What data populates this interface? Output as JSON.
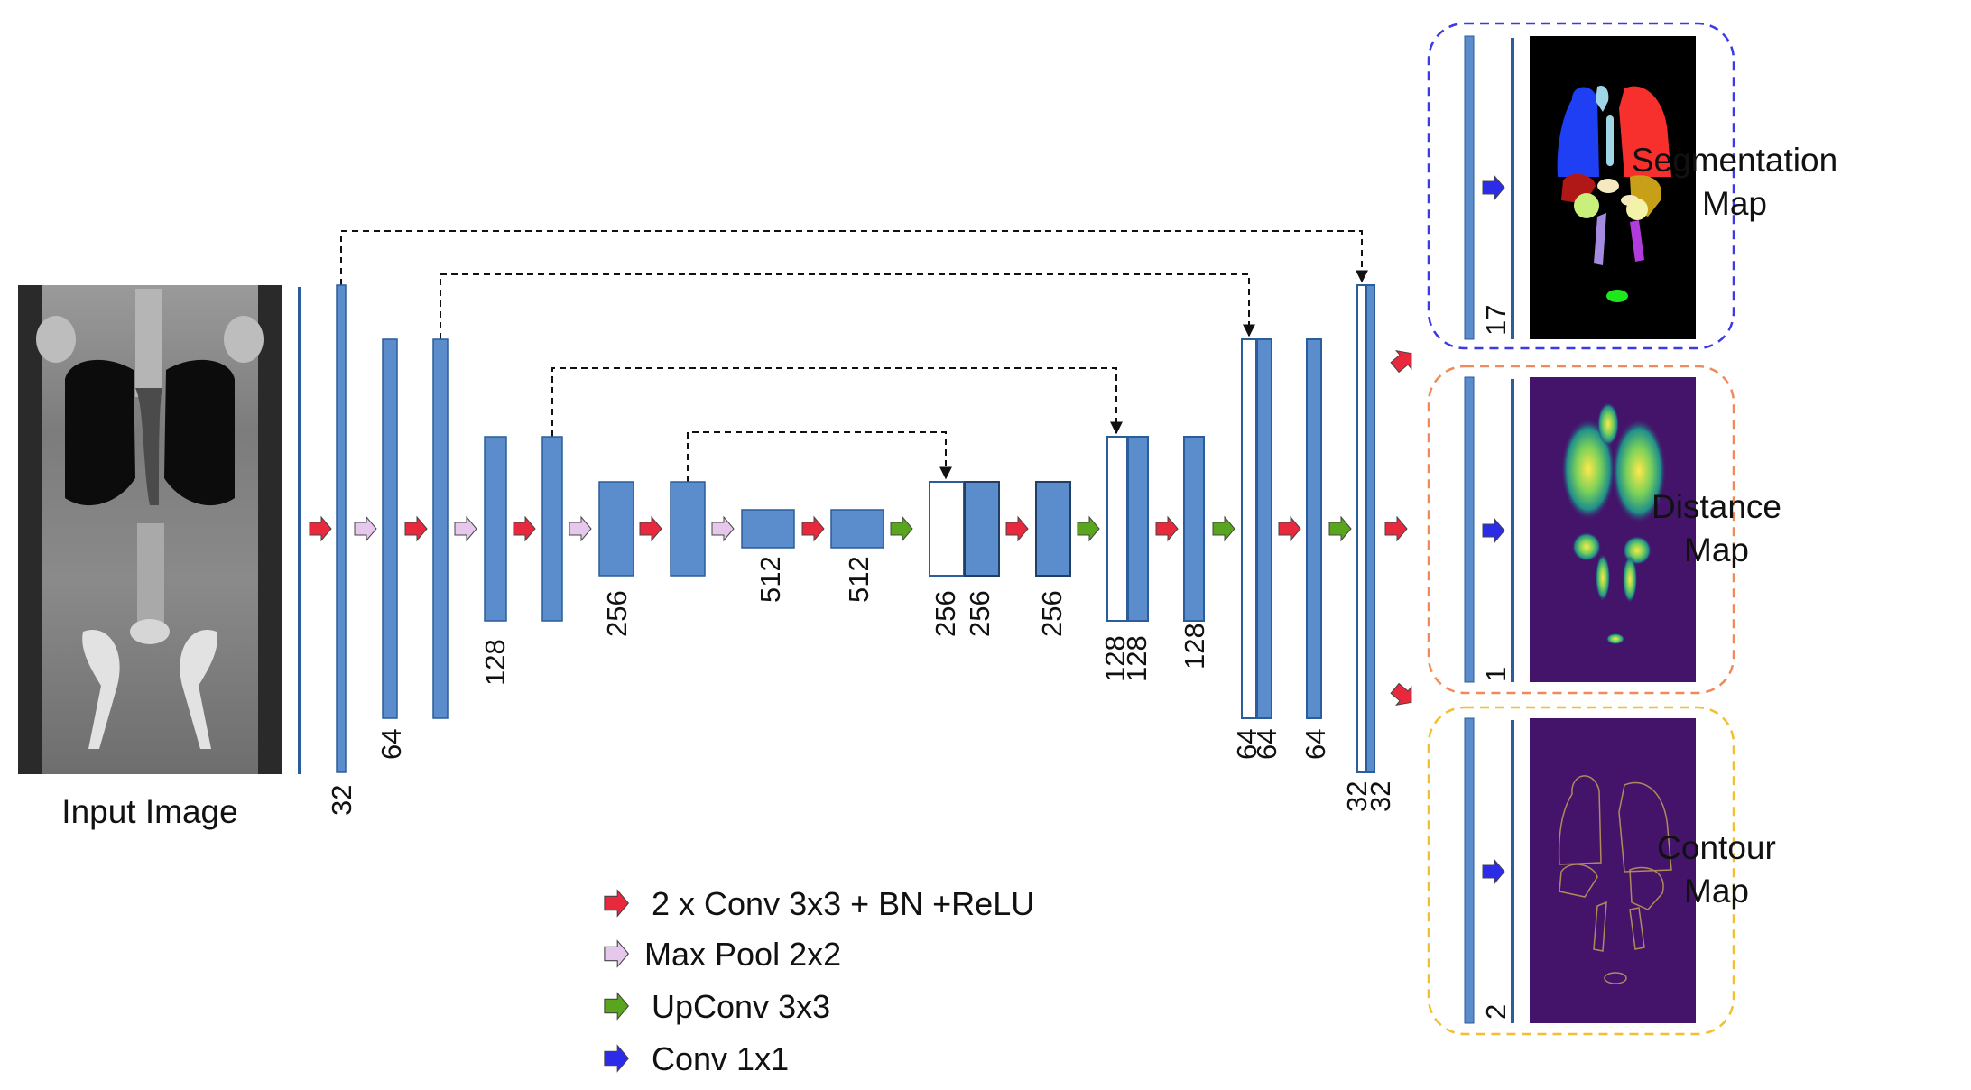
{
  "input_image": {
    "label": "Input Image"
  },
  "encoder_labels": {
    "c32": "32",
    "c64": "64",
    "c128": "128",
    "c256": "256",
    "c512a": "512",
    "c512b": "512"
  },
  "decoder_labels": {
    "skip256": "256",
    "up256": "256",
    "conv256": "256",
    "skip128": "128",
    "up128": "128",
    "conv128": "128",
    "skip64": "64",
    "up64": "64",
    "conv64": "64",
    "skip32": "32",
    "up32": "32"
  },
  "outputs": [
    {
      "title_line1": "Segmentation",
      "title_line2": "Map",
      "channels": "17",
      "border_color": "#3a3ae6"
    },
    {
      "title_line1": "Distance",
      "title_line2": "Map",
      "channels": "1",
      "border_color": "#f08a5a"
    },
    {
      "title_line1": "Contour",
      "title_line2": "Map",
      "channels": "2",
      "border_color": "#f0c030"
    }
  ],
  "legend": [
    {
      "icon": "red-arrow-icon",
      "color": "#e8283c",
      "label": "2 x Conv 3x3 + BN +ReLU"
    },
    {
      "icon": "lavender-arrow-icon",
      "color": "#e6c8ec",
      "label": "Max Pool 2x2"
    },
    {
      "icon": "green-arrow-icon",
      "color": "#5aa51e",
      "label": "UpConv 3x3"
    },
    {
      "icon": "blue-arrow-icon",
      "color": "#2c2ce8",
      "label": "Conv 1x1"
    }
  ],
  "colors": {
    "block_fill": "#5b8ccb",
    "block_stroke": "#2a5d9a",
    "conv": "#e8283c",
    "maxpool": "#e6c8ec",
    "upconv": "#5aa51e",
    "conv1x1": "#2c2ce8"
  }
}
